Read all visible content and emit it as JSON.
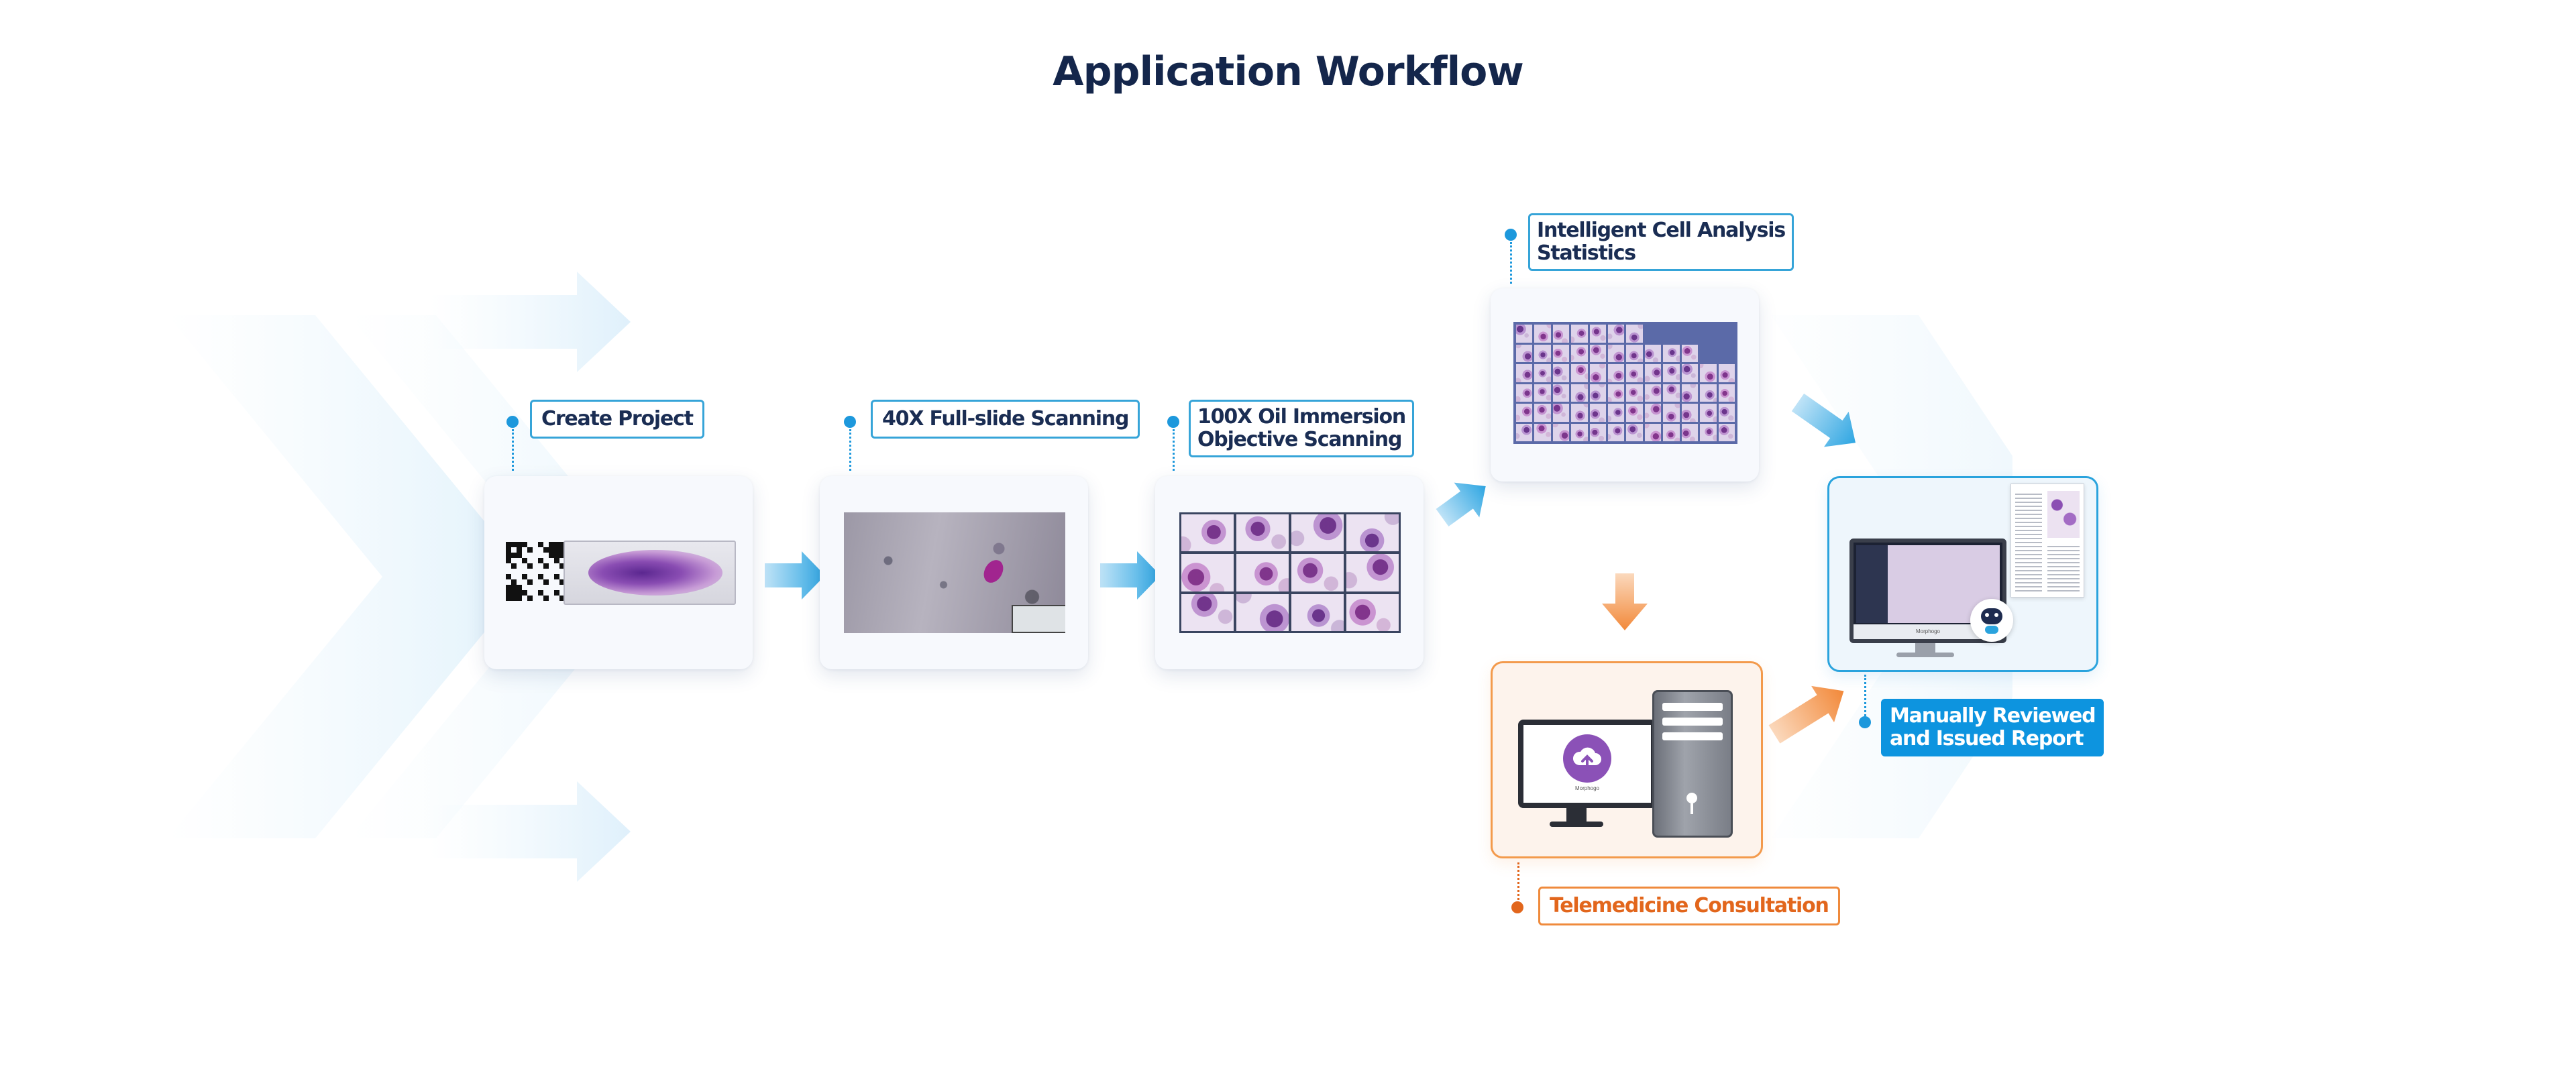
{
  "title": "Application Workflow",
  "colors": {
    "title": "#14264b",
    "label_border": "#36a4d8",
    "accent_blue": "#0d94df",
    "accent_orange": "#ef8a3c",
    "stain_purple": "#7a3fa0"
  },
  "steps": [
    {
      "id": "create-project",
      "label": "Create Project",
      "image": "slide-with-qr-code"
    },
    {
      "id": "full-slide-scanning",
      "label": "40X Full-slide Scanning",
      "image": "whole-slide-scan"
    },
    {
      "id": "oil-immersion-scanning",
      "label_lines": [
        "100X Oil Immersion",
        "Objective Scanning"
      ],
      "image": "cell-tile-grid"
    },
    {
      "id": "cell-analysis",
      "label_lines": [
        "Intelligent Cell Analysis",
        "Statistics"
      ],
      "image": "cell-classification-gallery"
    },
    {
      "id": "telemedicine",
      "label": "Telemedicine Consultation",
      "image": "monitor-and-server",
      "upload_icon": "cloud-upload-icon",
      "brand_text": "Morphogo"
    },
    {
      "id": "report",
      "label_lines": [
        "Manually Reviewed",
        "and Issued Report"
      ],
      "image": "monitor-with-report",
      "brand_text": "Morphogo"
    }
  ]
}
